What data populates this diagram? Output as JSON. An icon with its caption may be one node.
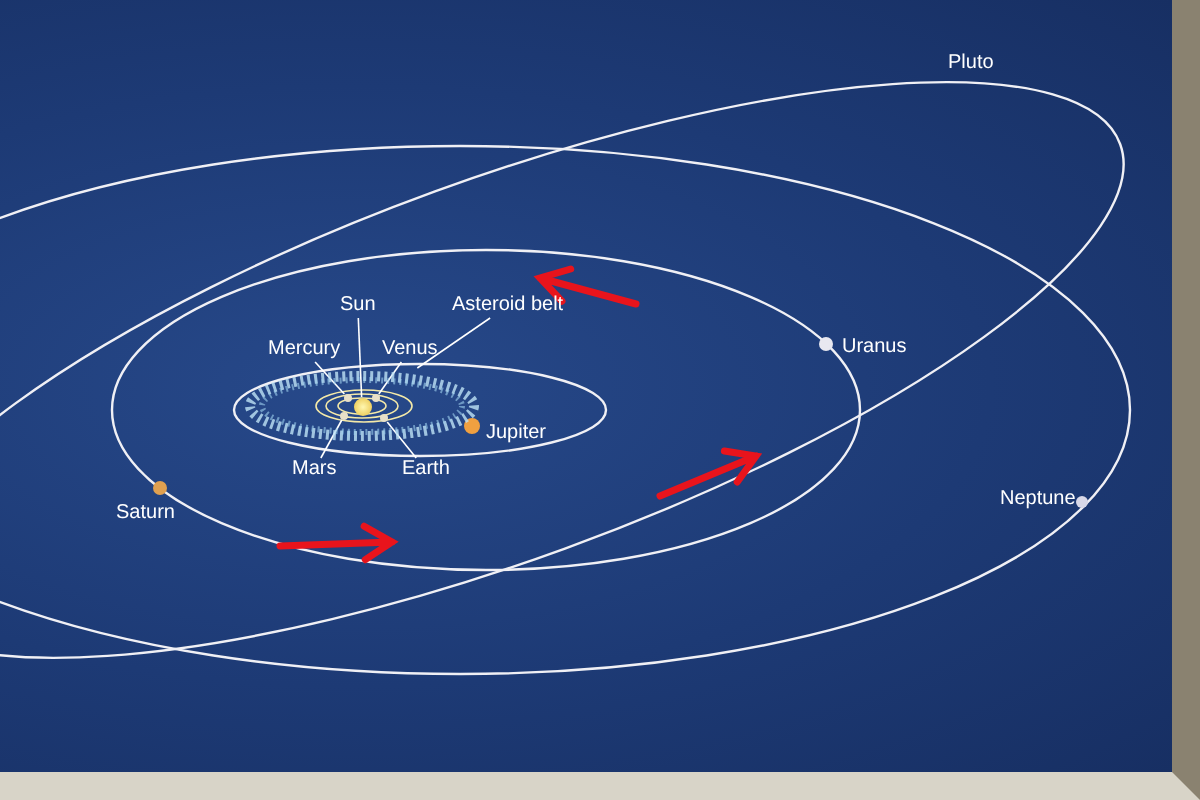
{
  "diagram": {
    "nodes": [
      {
        "text": [
          "Sun"
        ]
      },
      {
        "text": [
          "Mercury"
        ]
      },
      {
        "text": [
          "Venus"
        ]
      },
      {
        "text": [
          "Asteroid belt"
        ]
      },
      {
        "text": [
          "Mars"
        ]
      },
      {
        "text": [
          "Earth"
        ]
      },
      {
        "text": [],
        "shape": "ring"
      },
      {
        "text": [],
        "shape": "circle",
        "in": 6
      },
      {
        "text": [],
        "shape": "circle",
        "in": 6
      },
      {
        "text": [],
        "shape": "circle",
        "in": 6
      },
      {
        "text": [],
        "shape": "circle",
        "in": 6
      },
      {
        "text": [],
        "shape": "circle",
        "in": 6
      }
    ],
    "edges": [
      {
        "from": 0,
        "to": 7,
        "arrow": "none"
      },
      {
        "from": 1,
        "to": 8,
        "arrow": "none"
      },
      {
        "from": 2,
        "to": 9,
        "arrow": "none"
      },
      {
        "from": 3,
        "to": 6,
        "arrow": "none"
      },
      {
        "from": 4,
        "to": 10,
        "arrow": "none"
      },
      {
        "from": 5,
        "to": 11,
        "arrow": "none"
      }
    ],
    "labels": [
      "Pluto",
      "Uranus",
      "Jupiter",
      "Saturn",
      "Neptune"
    ]
  }
}
